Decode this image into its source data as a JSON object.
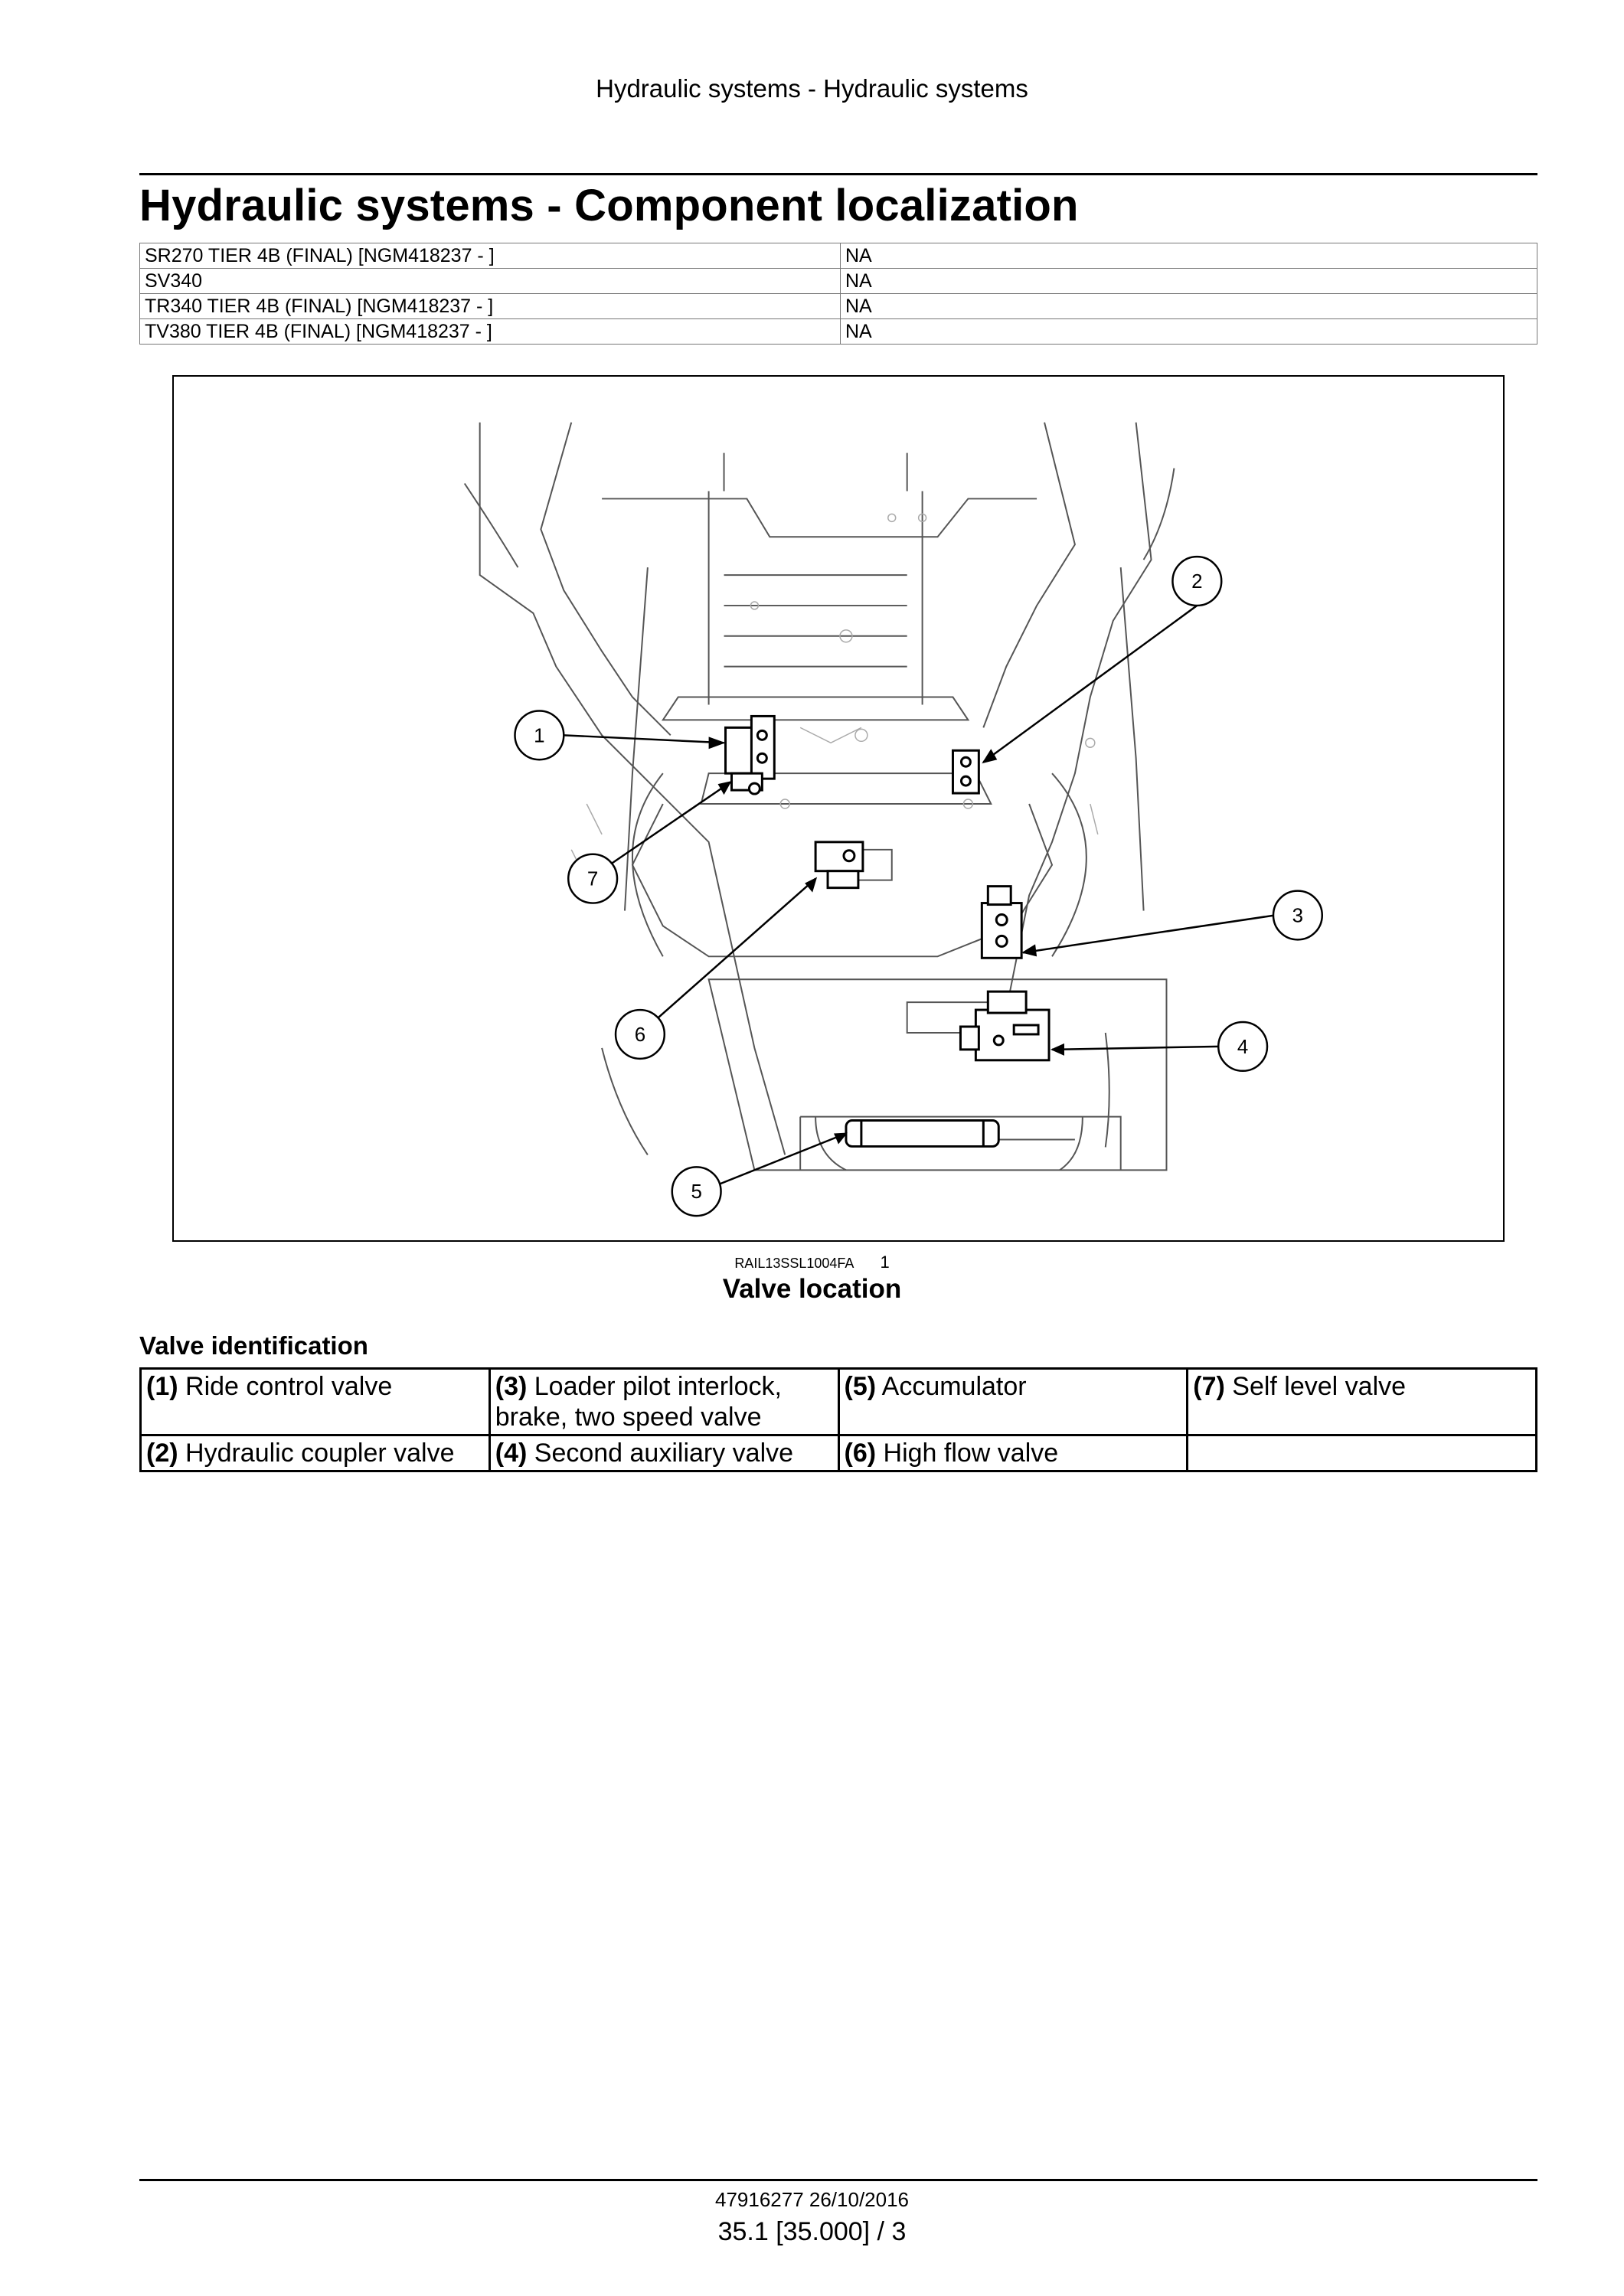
{
  "header": {
    "running_title": "Hydraulic systems - Hydraulic systems"
  },
  "page_title": "Hydraulic systems - Component localization",
  "applicability": [
    {
      "model": "SR270 TIER 4B (FINAL) [NGM418237 - ]",
      "value": "NA"
    },
    {
      "model": "SV340",
      "value": "NA"
    },
    {
      "model": "TR340 TIER 4B (FINAL) [NGM418237 - ]",
      "value": "NA"
    },
    {
      "model": "TV380 TIER 4B (FINAL) [NGM418237 - ]",
      "value": "NA"
    }
  ],
  "figure": {
    "callouts": [
      "1",
      "2",
      "3",
      "4",
      "5",
      "6",
      "7"
    ],
    "reference_code": "RAIL13SSL1004FA",
    "number": "1",
    "caption": "Valve location",
    "line_color": "#555555",
    "component_color": "#000000"
  },
  "valve_identification": {
    "heading": "Valve identification",
    "rows": [
      [
        {
          "key": "(1)",
          "label": "Ride control valve"
        },
        {
          "key": "(3)",
          "label": "Loader pilot interlock, brake, two speed valve"
        },
        {
          "key": "(5)",
          "label": "Accumulator"
        },
        {
          "key": "(7)",
          "label": "Self level valve"
        }
      ],
      [
        {
          "key": "(2)",
          "label": "Hydraulic coupler valve"
        },
        {
          "key": "(4)",
          "label": "Second auxiliary valve"
        },
        {
          "key": "(6)",
          "label": "High flow valve"
        },
        {
          "key": "",
          "label": ""
        }
      ]
    ]
  },
  "footer": {
    "doc_id": "47916277 26/10/2016",
    "page_ref": "35.1 [35.000] / 3"
  }
}
